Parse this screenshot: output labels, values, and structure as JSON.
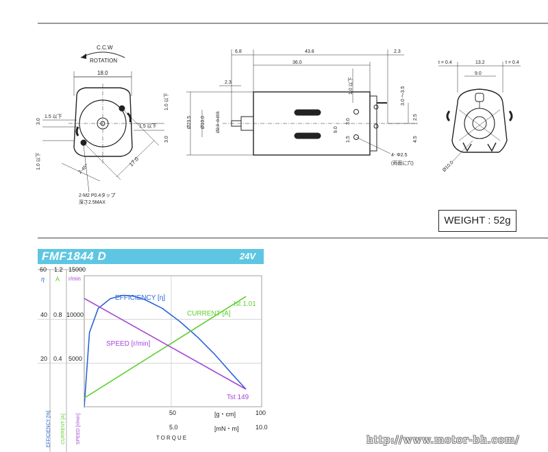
{
  "drawing": {
    "rotation": [
      "C.C.W",
      "ROTATION"
    ],
    "front": {
      "width": "18.0",
      "dim_1_5_left": "1.5 以下",
      "dim_3_0_left": "3.0",
      "dim_1_0_left": "1.0 以下",
      "dim_1_0_right": "1.0 以下",
      "dim_1_5_right": "1.5 以下",
      "dim_3_0_right": "3.0",
      "dim_17_0": "17.0",
      "dim_45": "2-45°",
      "note_line1": "2-M2   P0.4タップ",
      "note_line2": "深さ2.5MAX"
    },
    "side": {
      "dim_6_8": "6.8",
      "dim_43_8": "43.8",
      "dim_2_3_top": "2.3",
      "dim_36_0": "36.0",
      "dim_2_3_shaft": "2.3",
      "dim_1_0": "1.0 以下",
      "dim_3_0_35": "3.0 ～3.5",
      "dim_2_5": "2.5",
      "dim_4_5": "4.5",
      "dim_9_0": "9.0",
      "dim_3_0": "3.0",
      "dim_1_5": "1.5",
      "dia_23_5": "Ø23.5",
      "dia_10_0": "Ø10.0",
      "dia_2_0": "Ø2.0 -0.006",
      "hole_note1": "4- Φ2.5",
      "hole_note2": "(両面に穴)"
    },
    "rear": {
      "t_left": "t = 0.4",
      "t_right": "t = 0.4",
      "dim_13_2": "13.2",
      "dim_9_0": "9.0",
      "dia_10_0": "Ø10.0"
    }
  },
  "weight": "WEIGHT : 52g",
  "chart_data": {
    "type": "line",
    "title": "FMF1844 D",
    "voltage": "24V",
    "x_axis": {
      "label": "TORQUE",
      "unit_primary": "[g・cm]",
      "unit_secondary": "[mN・m]",
      "ticks_primary": [
        "50",
        "100"
      ],
      "ticks_secondary": [
        "5.0",
        "10.0"
      ],
      "xlim_gcm": [
        0,
        102
      ]
    },
    "y_axes": [
      {
        "name": "η",
        "label": "EFFICIENCY [%]",
        "ticks": [
          "60",
          "40",
          "20"
        ],
        "ylim": [
          0,
          60
        ]
      },
      {
        "name": "A",
        "label": "CURRENT [A]",
        "ticks": [
          "1.2",
          "0.8",
          "0.4"
        ],
        "ylim": [
          0,
          1.2
        ]
      },
      {
        "name": "r/min",
        "label": "SPEED [r/min]",
        "ticks": [
          "15000",
          "10000",
          "5000"
        ],
        "ylim": [
          0,
          15000
        ]
      }
    ],
    "series": [
      {
        "name": "EFFICIENCY [η]",
        "axis": "η",
        "color": "#2a62d8",
        "x": [
          0,
          3,
          8,
          15,
          22,
          28,
          35,
          45,
          55,
          65,
          75,
          85,
          93
        ],
        "y": [
          0,
          34,
          45,
          49.5,
          51,
          50.7,
          49,
          45,
          39,
          32,
          24,
          15,
          8
        ]
      },
      {
        "name": "CURRENT [A]",
        "axis": "A",
        "color": "#5ecf2e",
        "x": [
          0,
          93
        ],
        "y": [
          0.08,
          1.01
        ]
      },
      {
        "name": "SPEED [r/min]",
        "axis": "r/min",
        "color": "#a446d6",
        "x": [
          0,
          93
        ],
        "y": [
          12400,
          2000
        ]
      }
    ],
    "annotations": [
      "Ist 1.01",
      "Tst 149"
    ]
  },
  "url": "http://www.motor-bh.com/"
}
